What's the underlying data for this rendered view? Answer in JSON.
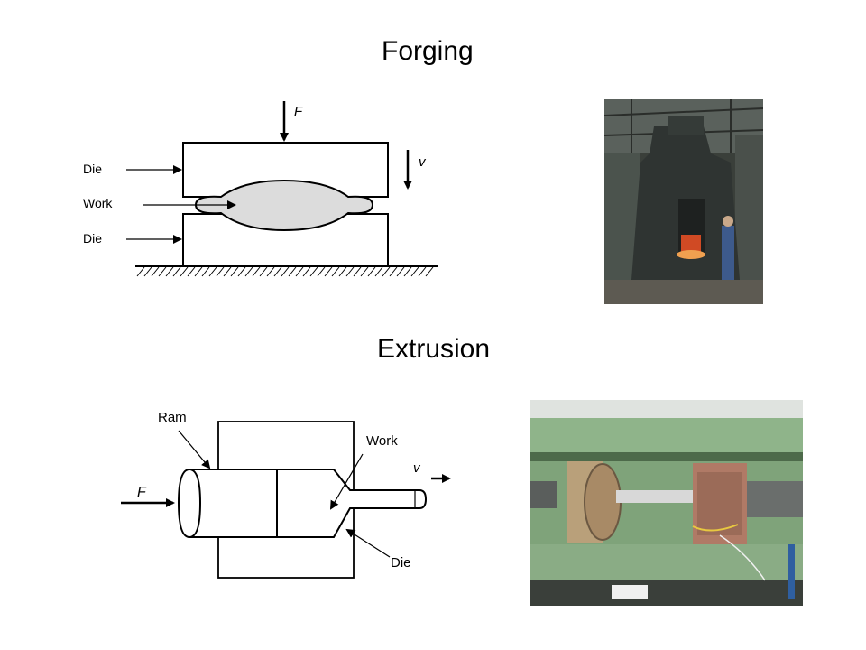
{
  "slide": {
    "forging_title": "Forging",
    "extrusion_title": "Extrusion"
  },
  "forging_diagram": {
    "force_label": "F",
    "velocity_label": "v",
    "upper_die_label": "Die",
    "work_label": "Work",
    "lower_die_label": "Die"
  },
  "extrusion_diagram": {
    "ram_label": "Ram",
    "work_label": "Work",
    "velocity_label": "v",
    "force_label": "F",
    "die_label": "Die"
  },
  "colors": {
    "work_fill": "#dcdcdc",
    "forging_photo_bg": "#3a3f3a",
    "extrusion_machine_green": "#7fa37a"
  }
}
